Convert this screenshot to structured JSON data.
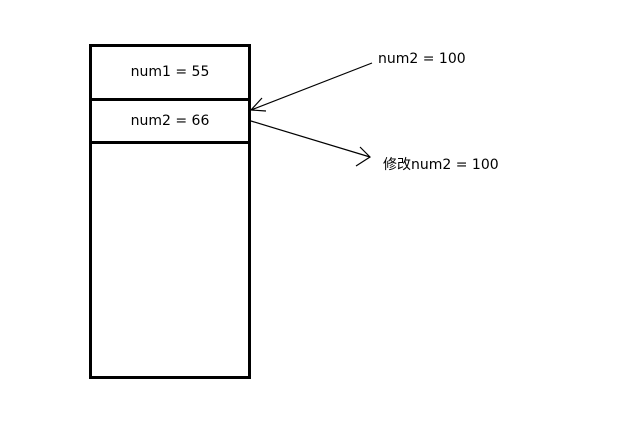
{
  "stack": {
    "cells": [
      {
        "label": "num1 = 55"
      },
      {
        "label": "num2 = 66"
      }
    ]
  },
  "annotations": {
    "incoming": "num2 = 100",
    "modify": "修改num2 = 100"
  },
  "colors": {
    "stroke": "#000000",
    "background": "#ffffff"
  }
}
